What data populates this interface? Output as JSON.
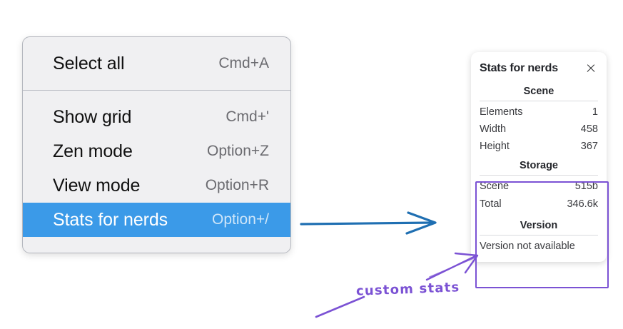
{
  "context_menu": {
    "groups": [
      {
        "items": [
          {
            "label": "Select all",
            "shortcut": "Cmd+A",
            "selected": false
          }
        ]
      },
      {
        "items": [
          {
            "label": "Show grid",
            "shortcut": "Cmd+'",
            "selected": false
          },
          {
            "label": "Zen mode",
            "shortcut": "Option+Z",
            "selected": false
          },
          {
            "label": "View mode",
            "shortcut": "Option+R",
            "selected": false
          },
          {
            "label": "Stats for nerds",
            "shortcut": "Option+/",
            "selected": true
          }
        ]
      }
    ],
    "highlight_color": "#3b9ae8"
  },
  "stats_panel": {
    "title": "Stats for nerds",
    "close_icon": "close-icon",
    "sections": [
      {
        "heading": "Scene",
        "rows": [
          {
            "key": "Elements",
            "value": "1"
          },
          {
            "key": "Width",
            "value": "458"
          },
          {
            "key": "Height",
            "value": "367"
          }
        ]
      },
      {
        "heading": "Storage",
        "rows": [
          {
            "key": "Scene",
            "value": "515b"
          },
          {
            "key": "Total",
            "value": "346.6k"
          }
        ]
      },
      {
        "heading": "Version",
        "note": "Version not available"
      }
    ]
  },
  "annotations": {
    "custom_stats_label": "custom stats",
    "purple_color": "#7b52d4",
    "blue_color": "#1f6fb2"
  }
}
